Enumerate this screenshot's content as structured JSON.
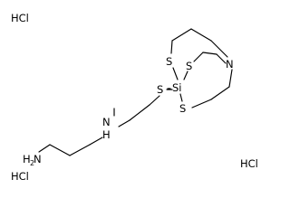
{
  "molecule": {
    "atoms": {
      "amine_n": "N",
      "amine_h": "H",
      "amine_sub": "2",
      "imine_n": "N",
      "imine_h": "H",
      "thio_s1": "S",
      "cage_s_top_left": "S",
      "cage_s_inner": "S",
      "cage_s_bottom": "S",
      "silicon": "Si",
      "bridgehead_n": "N"
    },
    "salts": {
      "top_left": "HCl",
      "bottom_left": "HCl",
      "bottom_right": "HCl"
    }
  },
  "colors": {
    "bond": "#000000",
    "background": "#ffffff"
  }
}
